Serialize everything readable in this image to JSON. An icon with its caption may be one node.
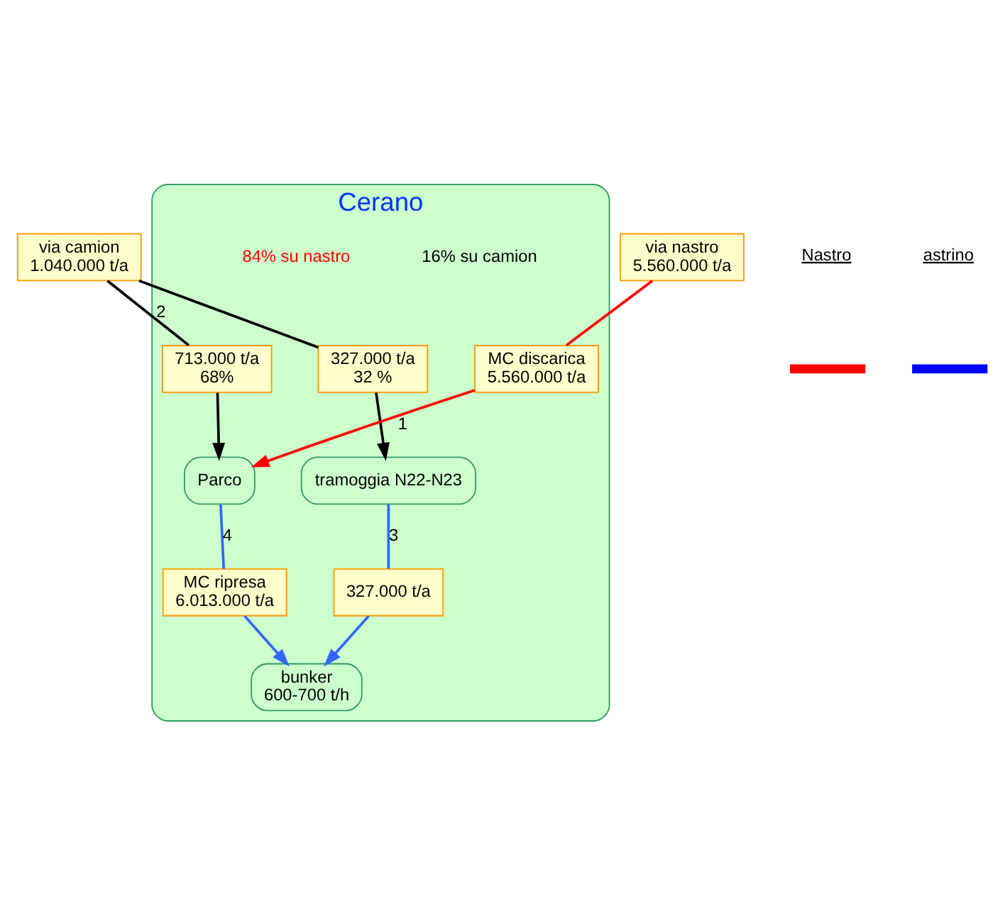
{
  "diagram": {
    "nodes": [
      {
        "text": [
          "via camion",
          "1.040.000 t/a"
        ]
      },
      {
        "text": [
          "via nastro",
          "5.560.000 t/a"
        ]
      },
      {
        "text": [
          "Cerano"
        ]
      },
      {
        "text": [
          "327.000 t/a",
          "32 %"
        ],
        "in": 2
      },
      {
        "text": [
          "713.000 t/a",
          "68%"
        ],
        "in": 2
      },
      {
        "text": [
          "MC discarica",
          "5.560.000 t/a"
        ],
        "in": 2
      },
      {
        "text": [
          "tramoggia N22-N23"
        ],
        "in": 2
      },
      {
        "text": [
          "Parco"
        ],
        "in": 2
      },
      {
        "text": [
          "327.000 t/a"
        ],
        "in": 2
      },
      {
        "text": [
          "MC ripresa",
          "6.013.000 t/a"
        ],
        "in": 2
      },
      {
        "text": [
          "bunker",
          "600-700 t/h"
        ],
        "in": 2
      }
    ],
    "edges": [
      {
        "from": 0,
        "to": 3,
        "arrow": "none"
      },
      {
        "from": 0,
        "to": 4,
        "arrow": "none",
        "label": "2"
      },
      {
        "from": 3,
        "to": 6,
        "arrow": "to"
      },
      {
        "from": 4,
        "to": 7,
        "arrow": "to"
      },
      {
        "from": 1,
        "to": 5,
        "arrow": "none",
        "color": "#ff0000"
      },
      {
        "from": 5,
        "to": 7,
        "arrow": "to",
        "label": "1",
        "color": "#ff0000"
      },
      {
        "from": 6,
        "to": 8,
        "arrow": "none",
        "label": "3",
        "color": "#3366ff"
      },
      {
        "from": 8,
        "to": 10,
        "arrow": "to",
        "color": "#3366ff"
      },
      {
        "from": 7,
        "to": 9,
        "arrow": "none",
        "label": "4",
        "color": "#3366ff"
      },
      {
        "from": 9,
        "to": 10,
        "arrow": "to",
        "color": "#3366ff"
      }
    ],
    "labels": [
      "16% su camion",
      "84% su nastro"
    ],
    "legend": [
      {
        "text": "Nastro"
      },
      {
        "text": "astrino"
      }
    ]
  }
}
